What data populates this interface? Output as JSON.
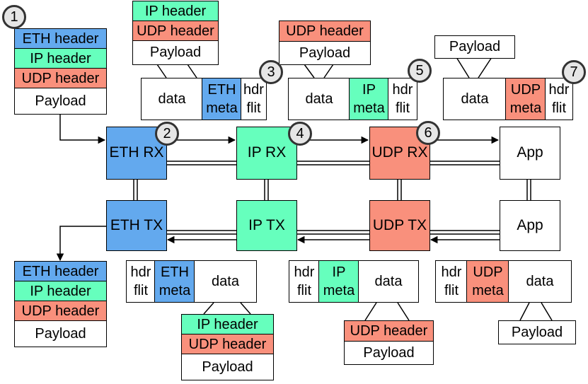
{
  "colors": {
    "eth": "#63a9ee",
    "ip": "#66ffbd",
    "udp": "#f9907c",
    "plain": "#ffffff"
  },
  "headers": {
    "eth": "ETH header",
    "ip": "IP header",
    "udp": "UDP header",
    "payload": "Payload"
  },
  "blocks": {
    "eth_rx": "ETH RX",
    "ip_rx": "IP RX",
    "udp_rx": "UDP RX",
    "app_rx": "App",
    "eth_tx": "ETH TX",
    "ip_tx": "IP TX",
    "udp_tx": "UDP TX",
    "app_tx": "App"
  },
  "flits": {
    "data": "data",
    "hdr": "hdr",
    "flit": "flit",
    "meta": "meta",
    "eth": "ETH",
    "ip": "IP",
    "udp": "UDP"
  },
  "steps": [
    "1",
    "2",
    "3",
    "4",
    "5",
    "6",
    "7"
  ]
}
